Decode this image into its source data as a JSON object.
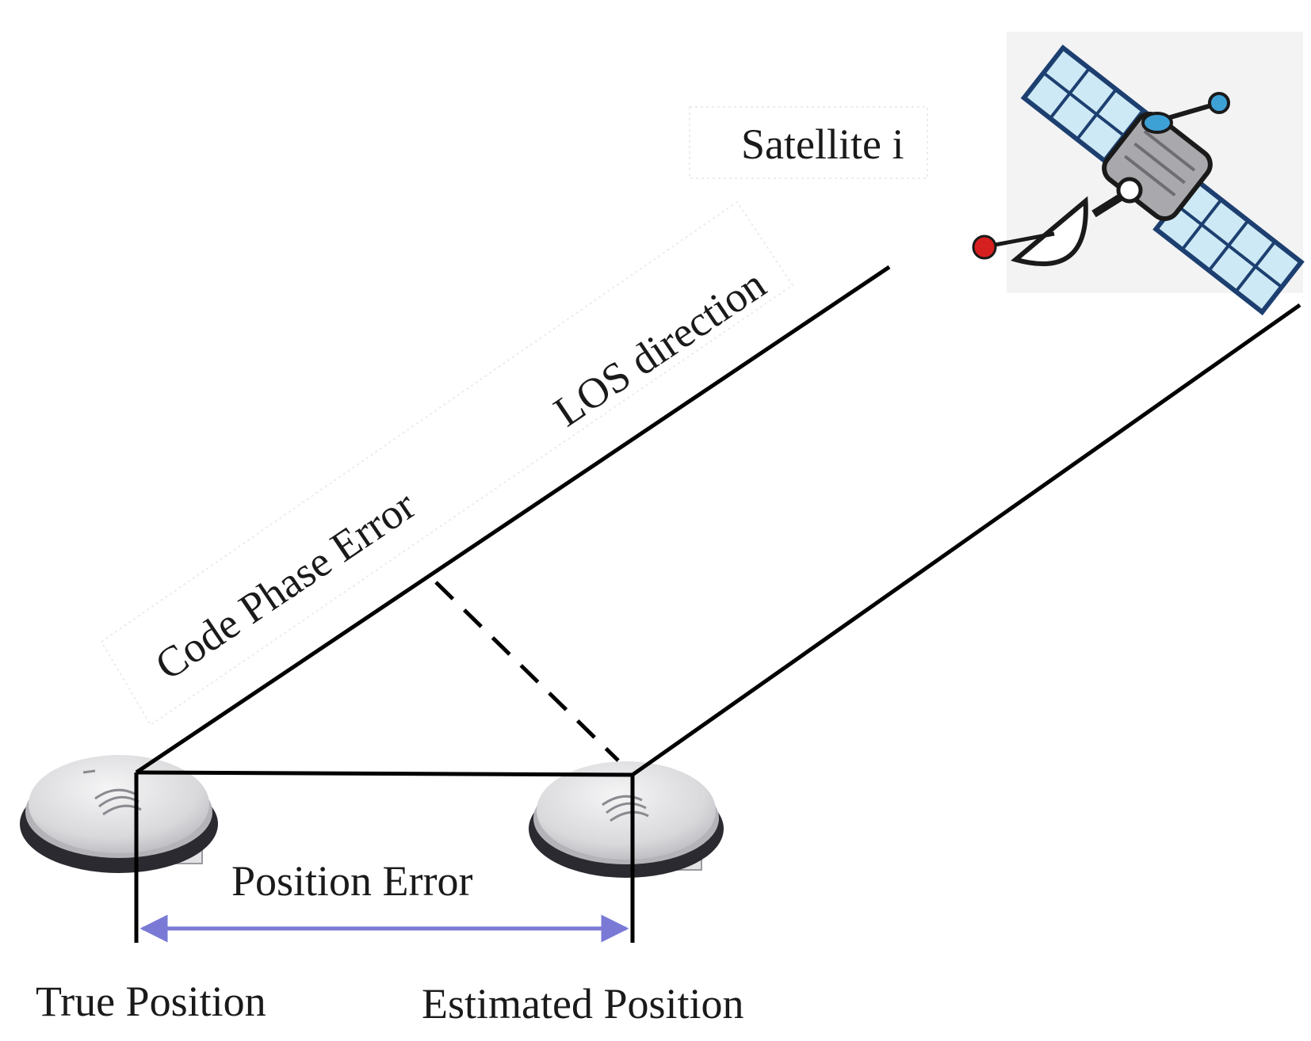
{
  "labels": {
    "satellite": "Satellite i",
    "los_direction": "LOS direction",
    "code_phase_error": "Code Phase Error",
    "position_error": "Position Error",
    "true_position": "True Position",
    "estimated_position": "Estimated Position"
  },
  "colors": {
    "line": "#000000",
    "arrow": "#7a7ad6",
    "receiver_rim": "#2a2a30",
    "receiver_top": "#e4e4e6",
    "panel_fill": "#cde9f5",
    "panel_grid": "#1d3f70",
    "satellite_body": "#a9a9ad",
    "satellite_tip": "#d61f1f",
    "satellite_accent": "#3da1d6"
  },
  "icons": [
    "satellite-icon",
    "gps-receiver-icon"
  ]
}
